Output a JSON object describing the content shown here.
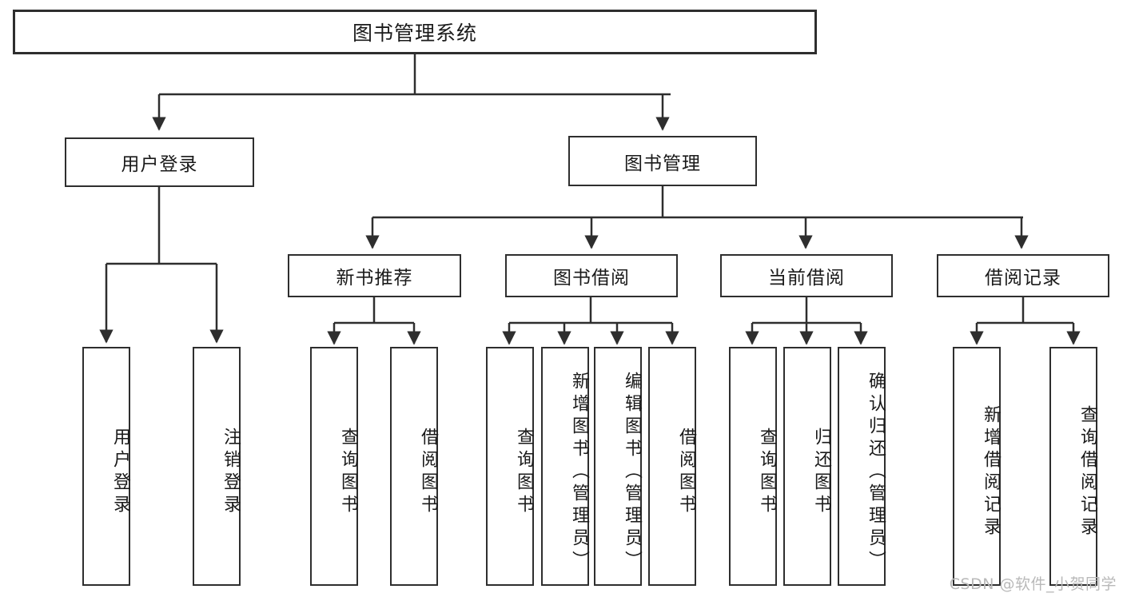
{
  "diagram": {
    "title": "图书管理系统",
    "watermark": "CSDN @软件_小贺同学",
    "line_color": "#2e2e2e",
    "background": "#ffffff",
    "text_color": "#1a1a1a",
    "root": {
      "label": "图书管理系统"
    },
    "level2": [
      {
        "label": "用户登录"
      },
      {
        "label": "图书管理"
      }
    ],
    "level3": [
      {
        "label": "新书推荐"
      },
      {
        "label": "图书借阅"
      },
      {
        "label": "当前借阅"
      },
      {
        "label": "借阅记录"
      }
    ],
    "leaves": {
      "user_login": [
        {
          "label": "用户登录"
        },
        {
          "label": "注销登录"
        }
      ],
      "new_book": [
        {
          "label": "查询图书"
        },
        {
          "label": "借阅图书"
        }
      ],
      "borrow": [
        {
          "label": "查询图书"
        },
        {
          "label": "新增图书（管理员）"
        },
        {
          "label": "编辑图书（管理员）"
        },
        {
          "label": "借阅图书"
        }
      ],
      "current": [
        {
          "label": "查询图书"
        },
        {
          "label": "归还图书"
        },
        {
          "label": "确认归还（管理员）"
        }
      ],
      "record": [
        {
          "label": "新增借阅记录"
        },
        {
          "label": "查询借阅记录"
        }
      ]
    }
  }
}
